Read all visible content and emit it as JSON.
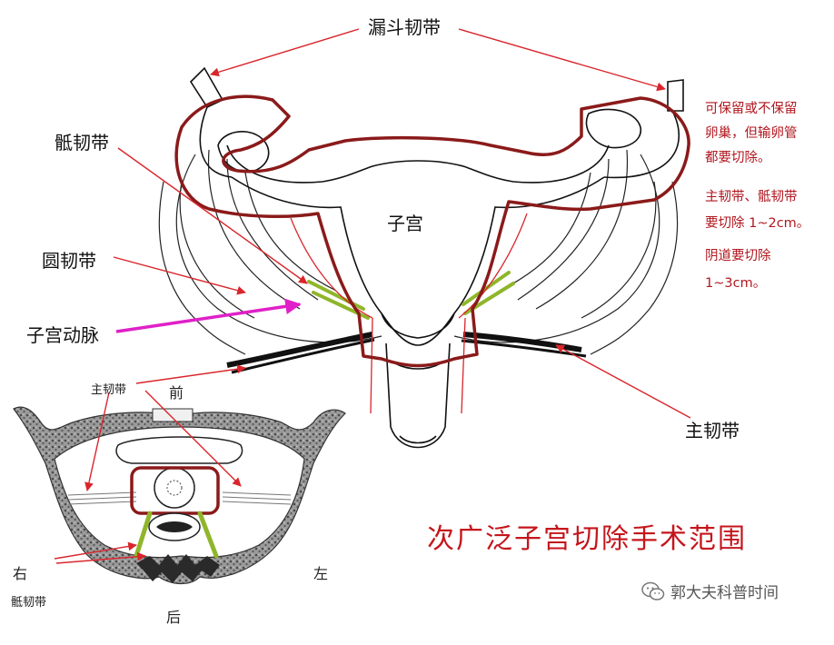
{
  "labels": {
    "infundibulopelvic": "漏斗韧带",
    "uterosacral_top": "骶韧带",
    "round": "圆韧带",
    "uterine_artery": "子宫动脉",
    "uterus": "子宫",
    "cardinal_right": "主韧带",
    "cardinal_small": "主韧带",
    "front": "前",
    "back": "后",
    "right": "右",
    "left": "左",
    "uterosacral_bottom": "骶韧带"
  },
  "note": {
    "lines": [
      "可保留或不保留",
      "卵巢，但输卵管",
      "都要切除。",
      "主韧带、骶韧带",
      "要切除 1~2cm。",
      "阴道要切除",
      "1~3cm。"
    ]
  },
  "title": "次广泛子宫切除手术范围",
  "watermark": {
    "text": "郭大夫科普时间",
    "icon": "wechat-icon"
  },
  "colors": {
    "resection": "#8b1a1a",
    "pointer": "#d9262c",
    "artery_arrow": "#e020c8",
    "ligament_green": "#8fb62a",
    "title": "#c4161c"
  }
}
